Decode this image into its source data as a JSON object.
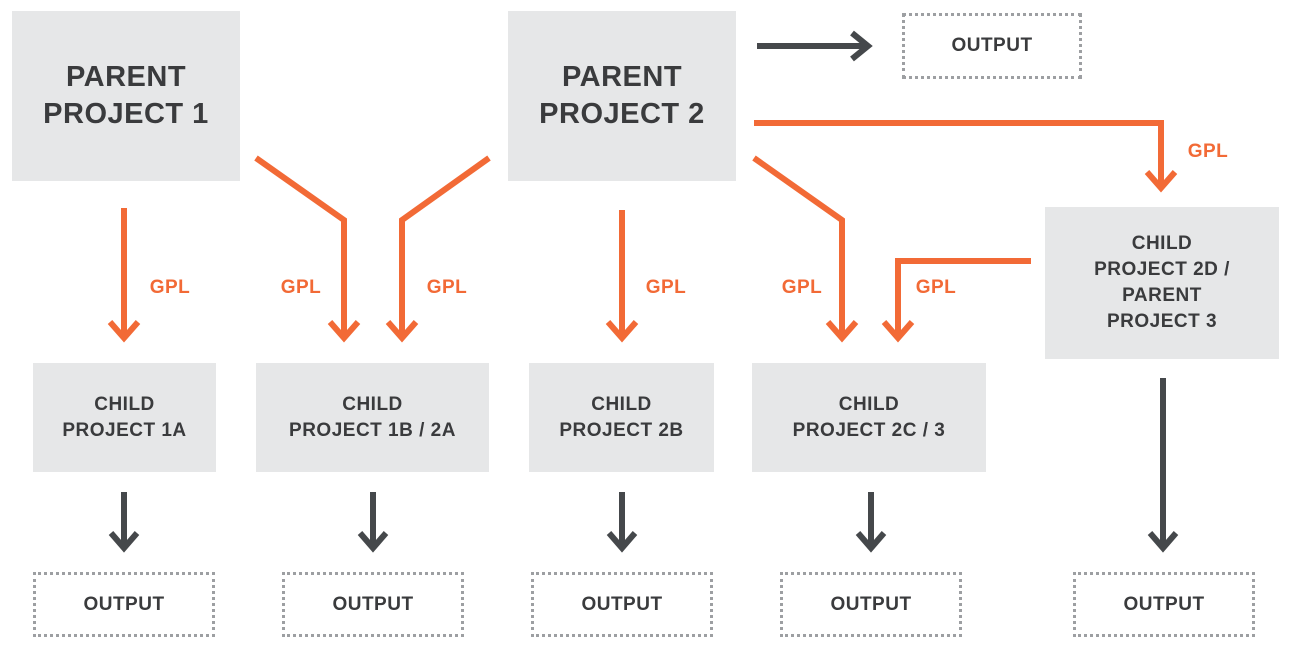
{
  "colors": {
    "license_arrow": "#f26a36",
    "output_arrow": "#45484b",
    "box_fill": "#e6e7e8",
    "output_border": "#9d9fa2"
  },
  "license_label": "GPL",
  "parents": [
    {
      "id": "parent-1",
      "label": "PARENT\nPROJECT 1"
    },
    {
      "id": "parent-2",
      "label": "PARENT\nPROJECT 2"
    }
  ],
  "children": [
    {
      "id": "child-1a",
      "label": "CHILD\nPROJECT 1A"
    },
    {
      "id": "child-1b-2a",
      "label": "CHILD\nPROJECT 1B / 2A"
    },
    {
      "id": "child-2b",
      "label": "CHILD\nPROJECT 2B"
    },
    {
      "id": "child-2c-3",
      "label": "CHILD\nPROJECT 2C / 3"
    },
    {
      "id": "child-2d-parent-3",
      "label": "CHILD\nPROJECT 2D /\nPARENT\nPROJECT 3"
    }
  ],
  "outputs": [
    "OUTPUT",
    "OUTPUT",
    "OUTPUT",
    "OUTPUT",
    "OUTPUT",
    "OUTPUT"
  ],
  "edges": [
    {
      "from": "parent-1",
      "to": "child-1a",
      "type": "license",
      "label": "GPL"
    },
    {
      "from": "parent-1",
      "to": "child-1b-2a",
      "type": "license",
      "label": "GPL"
    },
    {
      "from": "parent-2",
      "to": "child-1b-2a",
      "type": "license",
      "label": "GPL"
    },
    {
      "from": "parent-2",
      "to": "child-2b",
      "type": "license",
      "label": "GPL"
    },
    {
      "from": "parent-2",
      "to": "child-2c-3",
      "type": "license",
      "label": "GPL"
    },
    {
      "from": "parent-2",
      "to": "child-2d-parent-3",
      "type": "license",
      "label": "GPL"
    },
    {
      "from": "child-2d-parent-3",
      "to": "child-2c-3",
      "type": "license",
      "label": "GPL"
    },
    {
      "from": "parent-2",
      "to": "output-top",
      "type": "output"
    },
    {
      "from": "child-1a",
      "to": "output-1",
      "type": "output"
    },
    {
      "from": "child-1b-2a",
      "to": "output-2",
      "type": "output"
    },
    {
      "from": "child-2b",
      "to": "output-3",
      "type": "output"
    },
    {
      "from": "child-2c-3",
      "to": "output-4",
      "type": "output"
    },
    {
      "from": "child-2d-parent-3",
      "to": "output-5",
      "type": "output"
    }
  ]
}
